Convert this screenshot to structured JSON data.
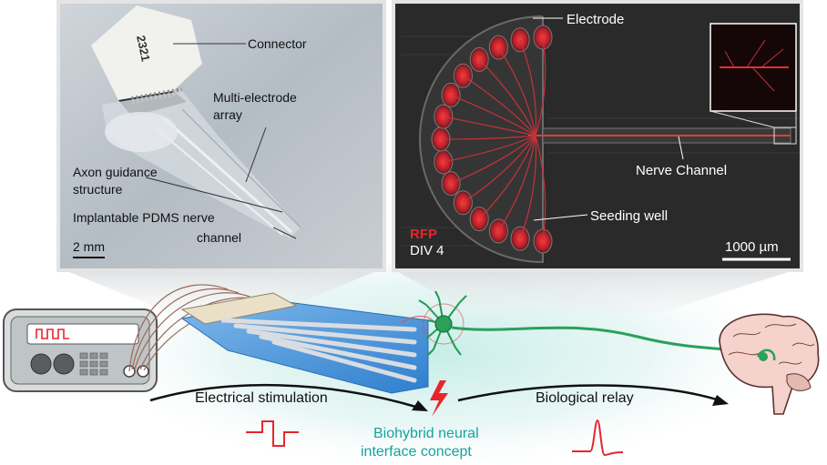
{
  "photo_panel": {
    "labels": {
      "connector": "Connector",
      "connector_id": "2321",
      "mea_line1": "Multi-electrode",
      "mea_line2": "array",
      "axon_line1": "Axon guidance",
      "axon_line2": "structure",
      "pdms_line1": "Implantable  PDMS  nerve",
      "pdms_line2": "channel",
      "scale": "2 mm"
    }
  },
  "micro_panel": {
    "labels": {
      "electrode": "Electrode",
      "nerve_channel": "Nerve Channel",
      "seeding_well": "Seeding well",
      "stain": "RFP",
      "div": "DIV 4",
      "scale": "1000 µm"
    }
  },
  "concept": {
    "electrical_stimulation": "Electrical stimulation",
    "biological_relay": "Biological relay",
    "concept_line1": "Biohybrid neural",
    "concept_line2": "interface concept"
  },
  "colors": {
    "photo_bg": "#b7c0c8",
    "micro_bg": "#2a2a2a",
    "red_signal": "#e8252b",
    "green_neuron": "#2aa05a",
    "teal_text": "#15a3a0",
    "glow": "#c9ede9",
    "device_blue": "#3f8fd6"
  }
}
